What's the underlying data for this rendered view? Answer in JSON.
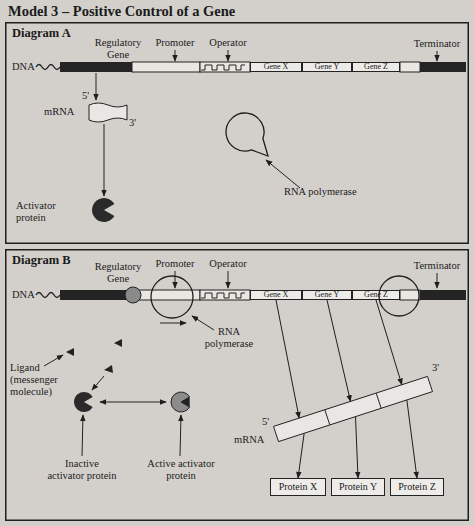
{
  "diagram": {
    "title": "Model 3 – Positive Control of a Gene",
    "nodes": [
      {
        "text": [
          "Diagram A"
        ]
      },
      {
        "text": [
          "Gene X"
        ],
        "in": 0
      },
      {
        "text": [
          "Gene Y"
        ],
        "in": 0
      },
      {
        "text": [
          "Gene Z"
        ],
        "in": 0
      },
      {
        "text": [
          "mRNA"
        ],
        "in": 0
      },
      {
        "text": [
          "Diagram B"
        ]
      },
      {
        "text": [
          "Gene X"
        ],
        "in": 5
      },
      {
        "text": [
          "Gene Y"
        ],
        "in": 5
      },
      {
        "text": [
          "Gene Z"
        ],
        "in": 5
      },
      {
        "text": [
          "mRNA"
        ],
        "in": 5
      },
      {
        "text": [
          "Protein X"
        ],
        "in": 5
      },
      {
        "text": [
          "Protein Y"
        ],
        "in": 5
      },
      {
        "text": [
          "Protein Z"
        ],
        "in": 5
      }
    ],
    "edges": [
      {
        "from": 6,
        "to": 9,
        "arrow": "to"
      },
      {
        "from": 7,
        "to": 9,
        "arrow": "to"
      },
      {
        "from": 8,
        "to": 9,
        "arrow": "to"
      },
      {
        "from": 9,
        "to": 10,
        "arrow": "to"
      },
      {
        "from": 9,
        "to": 11,
        "arrow": "to"
      },
      {
        "from": 9,
        "to": 12,
        "arrow": "to"
      }
    ],
    "labels": [
      "Regulatory Gene",
      "Promoter",
      "Operator",
      "Terminator",
      "DNA",
      "5'",
      "3'",
      "RNA polymerase",
      "Activator protein",
      "Regulatory Gene",
      "Promoter",
      "Operator",
      "Terminator",
      "DNA",
      "RNA polymerase",
      "Ligand (messenger molecule)",
      "3'",
      "5'",
      "Inactive activator protein",
      "Active activator protein"
    ]
  }
}
